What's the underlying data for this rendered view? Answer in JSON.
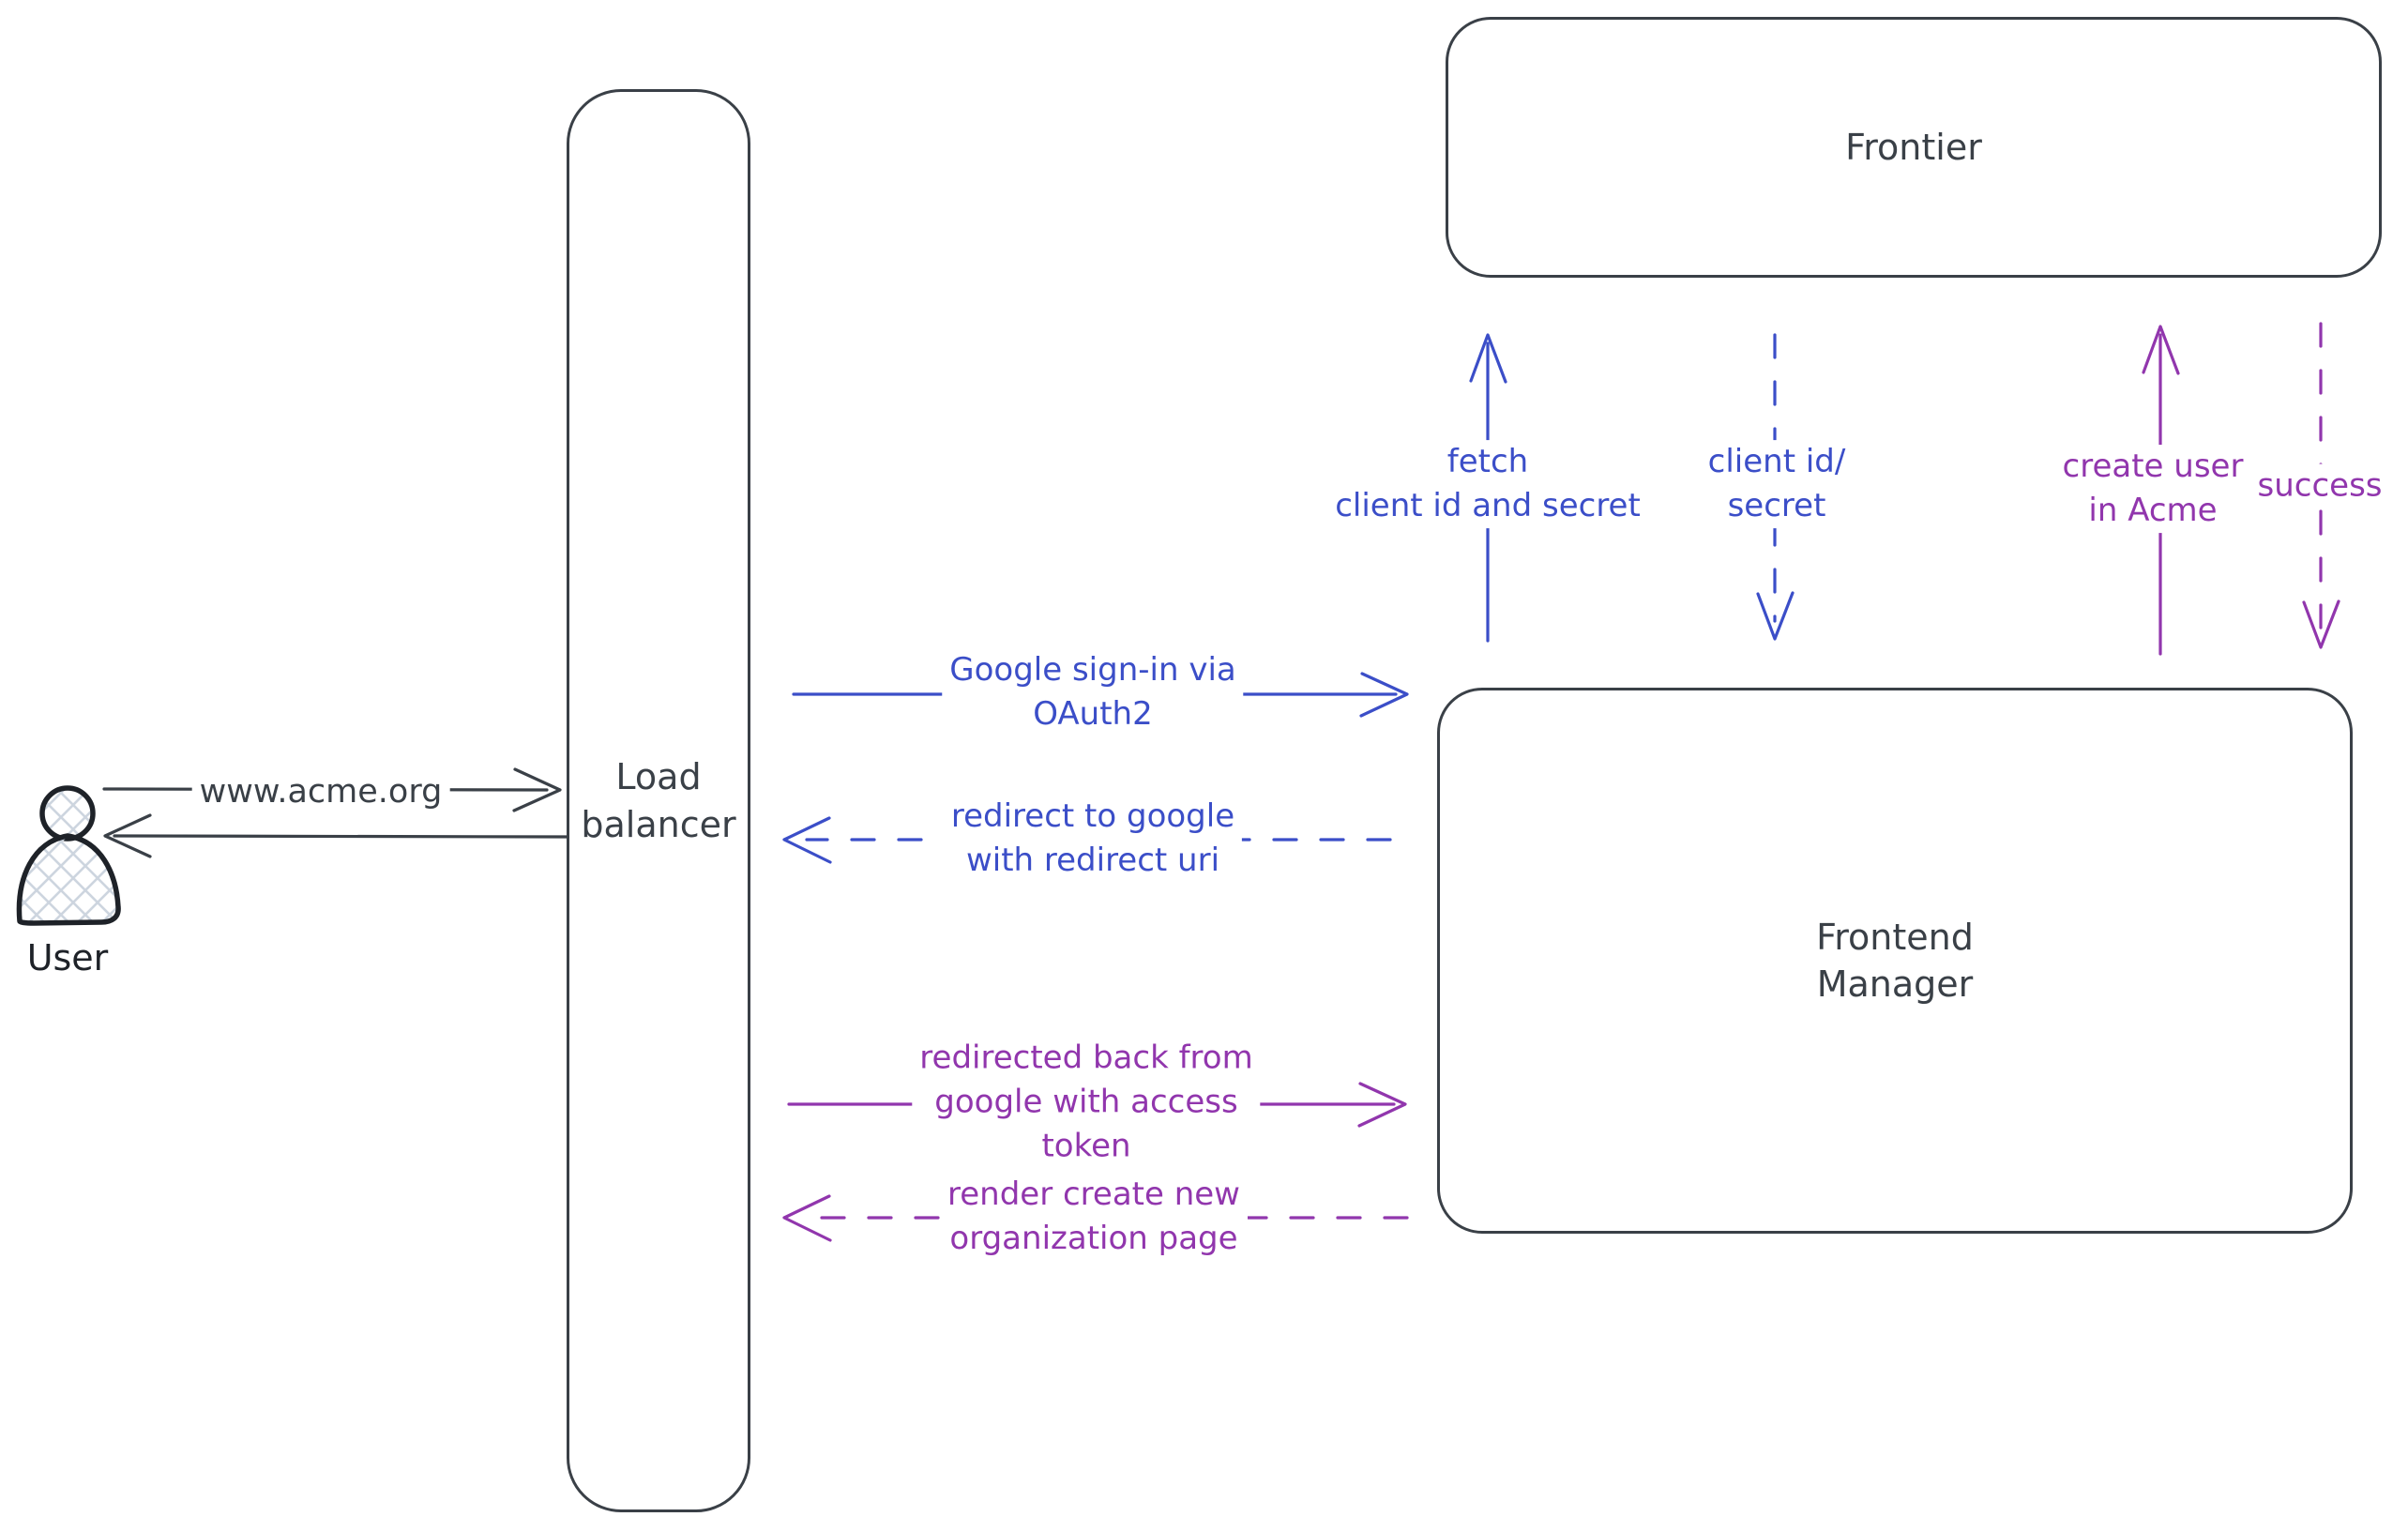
{
  "diagram": {
    "colors": {
      "dark": "#3a4047",
      "blue": "#3b4ec8",
      "purple": "#9136ad",
      "hatch": "#cdd5df",
      "person": "#1e2228",
      "bg": "#ffffff"
    },
    "nodes": {
      "user": {
        "label": "User"
      },
      "load_balancer": {
        "label": "Load\nbalancer"
      },
      "frontier": {
        "label": "Frontier"
      },
      "frontend_manager": {
        "label": "Frontend\nManager"
      }
    },
    "edges": {
      "acme_request": {
        "label": "www.acme.org",
        "style": "solid",
        "direction": "right",
        "color": "dark"
      },
      "acme_response": {
        "label": "",
        "style": "solid",
        "direction": "left",
        "color": "dark"
      },
      "google_signin": {
        "label": "Google sign-in via\nOAuth2",
        "style": "solid",
        "direction": "right",
        "color": "blue"
      },
      "redirect_google": {
        "label": "redirect to google\nwith redirect uri",
        "style": "dashed",
        "direction": "left",
        "color": "blue"
      },
      "redirected_back": {
        "label": "redirected back from\ngoogle with access\ntoken",
        "style": "solid",
        "direction": "right",
        "color": "purple"
      },
      "render_page": {
        "label": "render create new\norganization page",
        "style": "dashed",
        "direction": "left",
        "color": "purple"
      },
      "fetch_secret": {
        "label": "fetch\nclient id and secret",
        "style": "solid",
        "direction": "up",
        "color": "blue"
      },
      "client_id_secret": {
        "label": "client id/\nsecret",
        "style": "dashed",
        "direction": "down",
        "color": "blue"
      },
      "create_user": {
        "label": "create user\nin Acme",
        "style": "solid",
        "direction": "up",
        "color": "purple"
      },
      "success": {
        "label": "success",
        "style": "dashed",
        "direction": "down",
        "color": "purple"
      }
    }
  }
}
